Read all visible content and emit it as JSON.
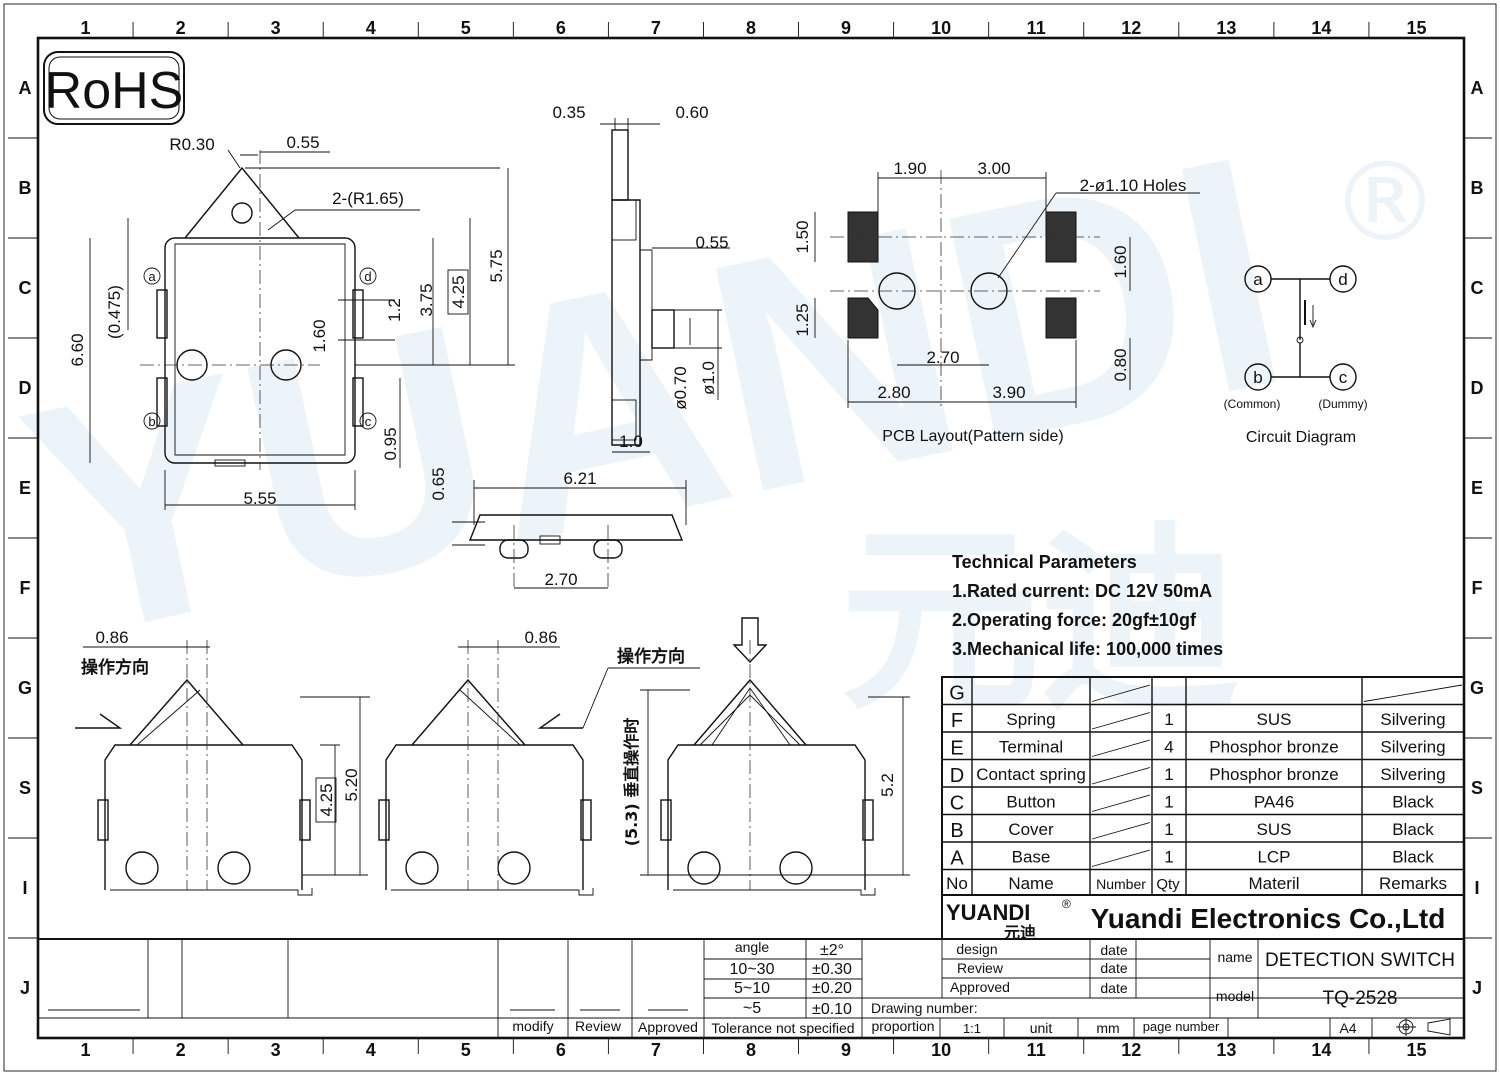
{
  "rohs_logo": "RoHS",
  "watermark": {
    "latin": "YUANDI",
    "chinese": "元迪",
    "registered": "®"
  },
  "grid": {
    "columns": [
      "1",
      "2",
      "3",
      "4",
      "5",
      "6",
      "7",
      "8",
      "9",
      "10",
      "11",
      "12",
      "13",
      "14",
      "15"
    ],
    "rows": [
      "A",
      "B",
      "C",
      "D",
      "E",
      "F",
      "G",
      "S",
      "I",
      "J"
    ]
  },
  "top_view": {
    "dims": [
      "R0.30",
      "0.55",
      "2-(R1.65)",
      "6.60",
      "(0.475)",
      "1.2",
      "3.75",
      "4.25",
      "5.75",
      "1.60",
      "0.95",
      "5.55"
    ],
    "terminals": [
      "a",
      "d",
      "b",
      "c"
    ]
  },
  "side_view": {
    "dims": [
      "0.35",
      "0.60",
      "0.55",
      "ø0.70",
      "ø1.0",
      "1.0"
    ]
  },
  "bottom_view": {
    "dims": [
      "6.21",
      "0.65",
      "2.70"
    ]
  },
  "pcb_layout": {
    "dims": [
      "1.90",
      "3.00",
      "2-ø1.10  Holes",
      "1.50",
      "1.60",
      "1.25",
      "0.80",
      "2.70",
      "2.80",
      "3.90"
    ],
    "caption": "PCB Layout(Pattern side)"
  },
  "circuit": {
    "terminals": [
      "a",
      "d",
      "b",
      "c"
    ],
    "common": "(Common)",
    "dummy": "(Dummy)",
    "caption": "Circuit Diagram"
  },
  "tech_params": {
    "title": "Technical Parameters",
    "items": [
      "1.Rated current: DC 12V 50mA",
      "2.Operating force: 20gf±10gf",
      "3.Mechanical life: 100,000 times"
    ]
  },
  "operation_views": {
    "direction_label": "操作方向",
    "vertical_label": "(5.3) 垂直操作时",
    "dims": [
      "0.86",
      "4.25",
      "5.20",
      "0.86",
      "5.2"
    ]
  },
  "bom": {
    "rows": [
      {
        "no": "G",
        "name": "",
        "qty": "",
        "material": "",
        "remarks": ""
      },
      {
        "no": "F",
        "name": "Spring",
        "qty": "1",
        "material": "SUS",
        "remarks": "Silvering"
      },
      {
        "no": "E",
        "name": "Terminal",
        "qty": "4",
        "material": "Phosphor bronze",
        "remarks": "Silvering"
      },
      {
        "no": "D",
        "name": "Contact spring",
        "qty": "1",
        "material": "Phosphor bronze",
        "remarks": "Silvering"
      },
      {
        "no": "C",
        "name": "Button",
        "qty": "1",
        "material": "PA46",
        "remarks": "Black"
      },
      {
        "no": "B",
        "name": "Cover",
        "qty": "1",
        "material": "SUS",
        "remarks": "Black"
      },
      {
        "no": "A",
        "name": "Base",
        "qty": "1",
        "material": "LCP",
        "remarks": "Black"
      }
    ],
    "header": {
      "no": "No",
      "name": "Name",
      "number": "Number",
      "qty": "Qty",
      "material": "Materil",
      "remarks": "Remarks"
    }
  },
  "company": {
    "logo_latin": "YUANDI",
    "logo_chinese": "元迪",
    "registered": "®",
    "name": "Yuandi Electronics Co.,Ltd"
  },
  "title_block": {
    "angle_label": "angle",
    "angle_tol": "±2°",
    "range1": "10~30",
    "tol1": "±0.30",
    "range2": "5~10",
    "tol2": "±0.20",
    "range3": "~5",
    "tol3": "±0.10",
    "tolerance_label": "Tolerance not specified",
    "modify": "modify",
    "review": "Review",
    "approved": "Approved",
    "design": "design",
    "review2": "Review",
    "approved2": "Approved",
    "date1": "date",
    "date2": "date",
    "date3": "date",
    "name_label": "name",
    "name_value": "DETECTION SWITCH",
    "model_label": "model",
    "model_value": "TQ-2528",
    "drawing_number": "Drawing number:",
    "proportion": "proportion",
    "scale": "1:1",
    "unit": "unit",
    "unit_value": "mm",
    "page_number": "page number",
    "paper": "A4"
  }
}
